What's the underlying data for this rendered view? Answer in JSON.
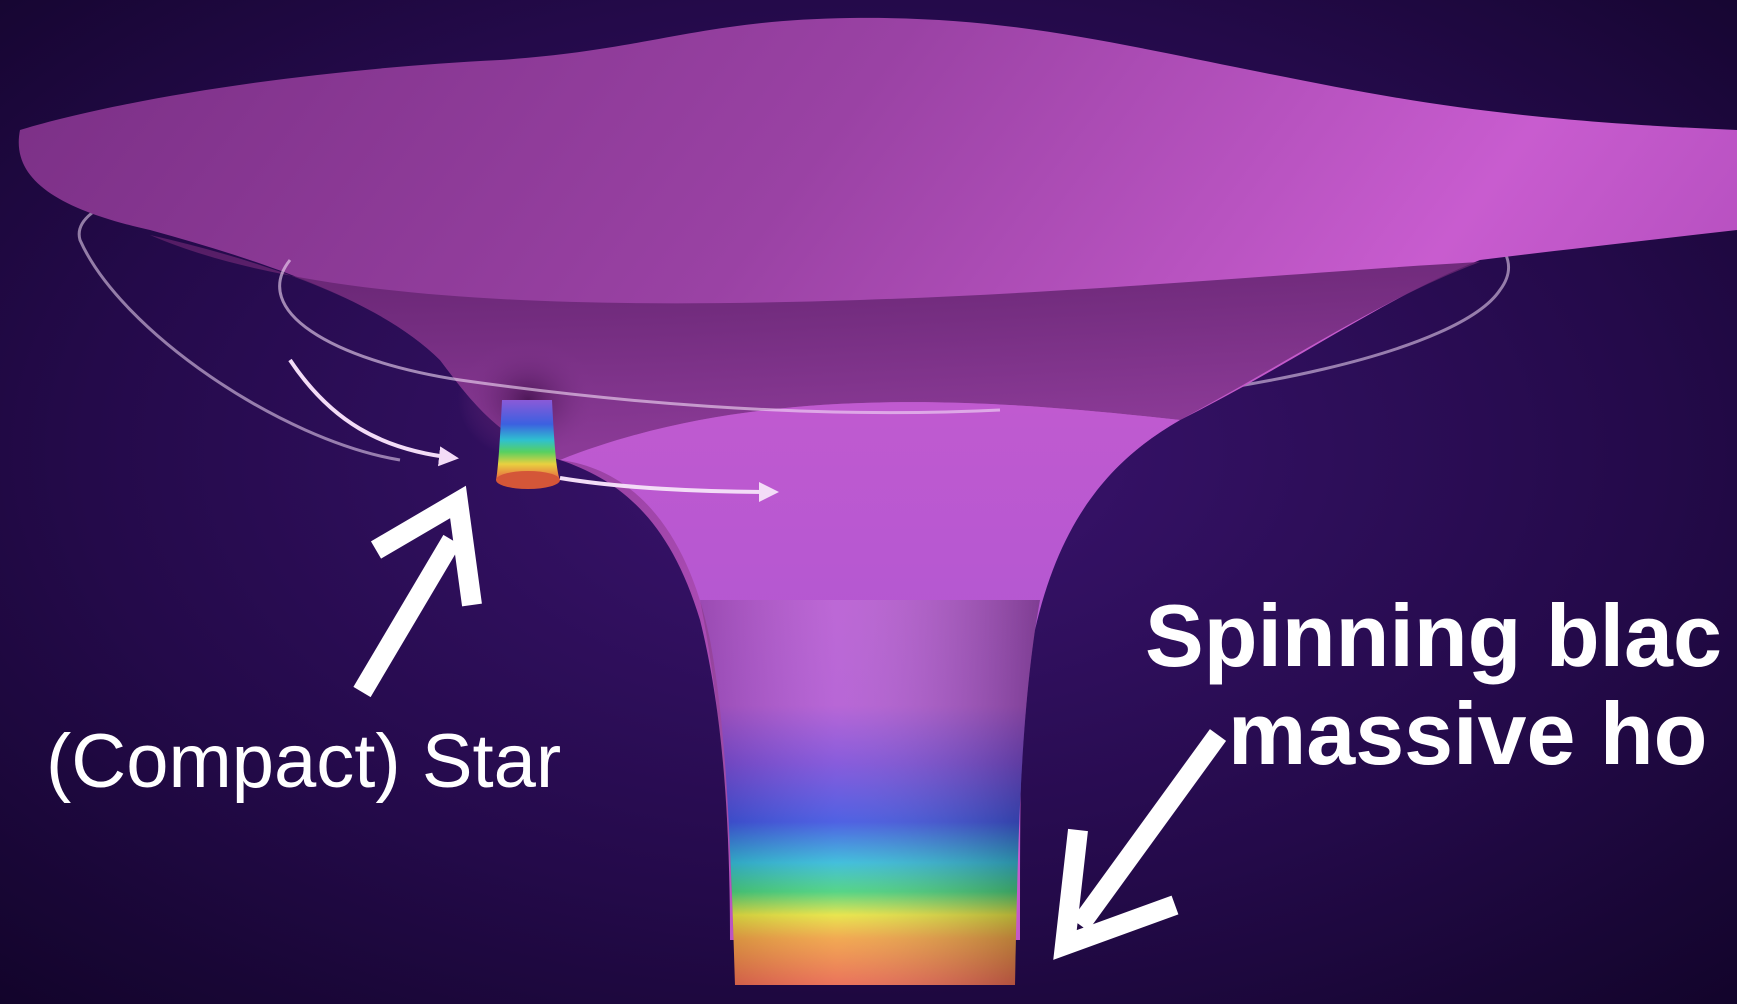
{
  "labels": {
    "star": "(Compact) Star",
    "black_hole_line1": "Spinning blac",
    "black_hole_line2": "massive ho"
  },
  "colors": {
    "background_dark": "#14052b",
    "background_mid": "#3b1470",
    "funnel_pink": "#c15bc9",
    "funnel_dark": "#6a2474",
    "orbit": "#f3dcf7",
    "text": "#ffffff"
  },
  "gradient_bands": [
    "#c05ad0",
    "#7a4ad8",
    "#3c50e0",
    "#2fb8d8",
    "#44d07a",
    "#e6e23c",
    "#f0a040",
    "#e8634a"
  ]
}
